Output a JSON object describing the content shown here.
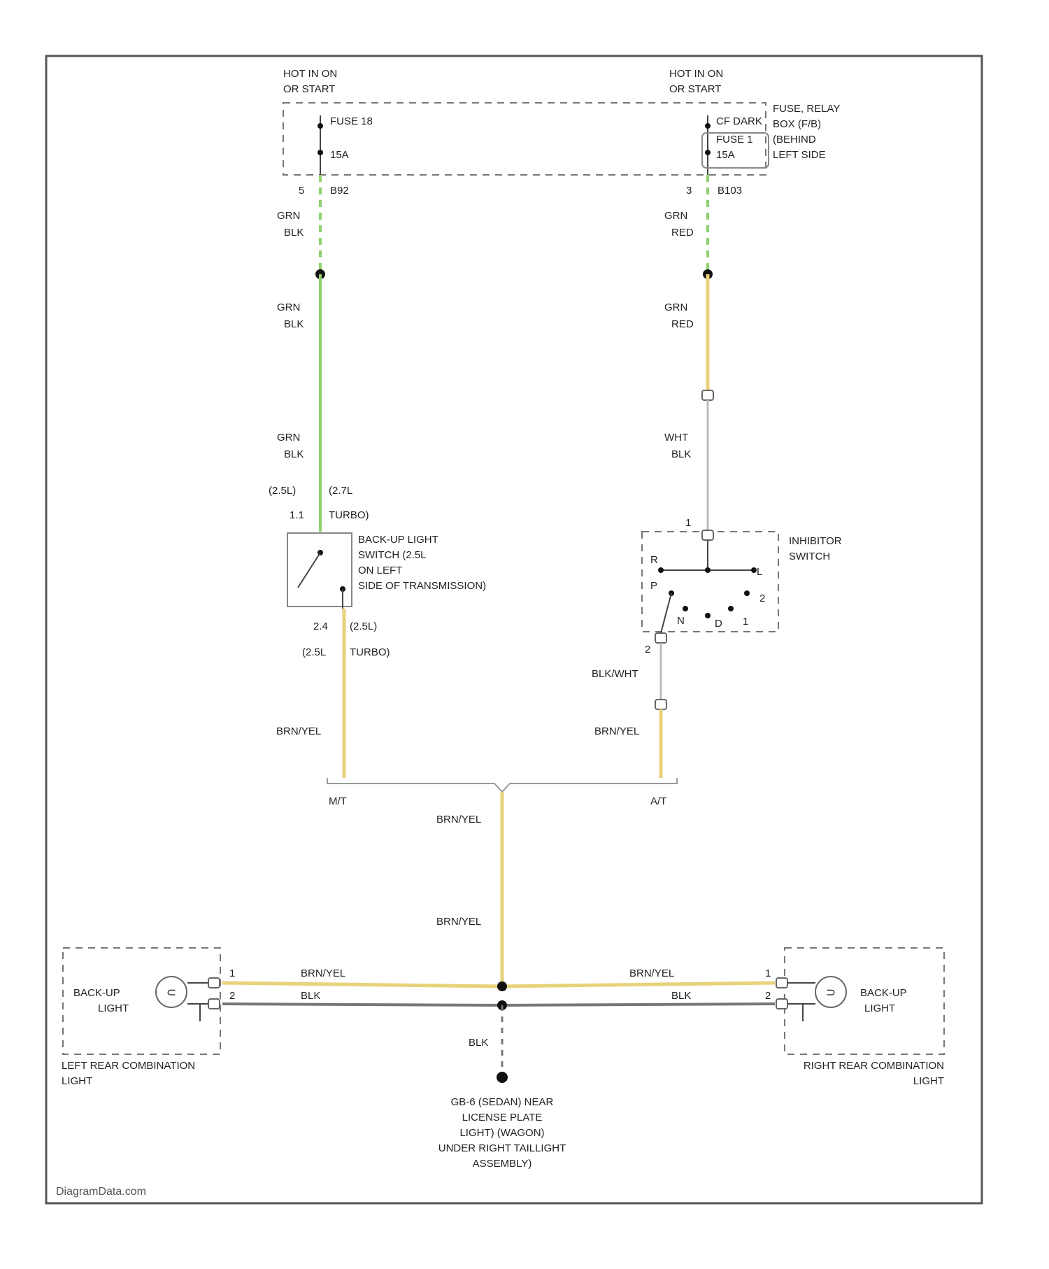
{
  "diagram": {
    "power": {
      "left": {
        "hot_line1": "HOT IN ON",
        "hot_line2": "OR START",
        "fuse_name": "FUSE 18",
        "fuse_amp": "15A",
        "pin": "5",
        "conn": "B92"
      },
      "right": {
        "hot_line1": "HOT IN ON",
        "hot_line2": "OR START",
        "fuse_name1": "CF DARK",
        "fuse_name2": "FUSE 1",
        "fuse_amp": "15A",
        "pin": "3",
        "conn": "B103"
      },
      "box_label": [
        "FUSE, RELAY",
        "BOX (F/B)",
        "(BEHIND",
        "LEFT SIDE"
      ]
    },
    "wires": {
      "left_top": [
        "GRN",
        "BLK"
      ],
      "left_mid": [
        "GRN",
        "BLK"
      ],
      "left_low": [
        "GRN",
        "BLK"
      ],
      "right_top": [
        "GRN",
        "RED"
      ],
      "right_mid": [
        "GRN",
        "RED"
      ],
      "right_low": [
        "WHT",
        "BLK"
      ],
      "right_inh": "BLK/WHT",
      "left_switch_out": "BRN/YEL",
      "right_switch_out": "BRN/YEL",
      "main_upper": "BRN/YEL",
      "main_lower": "BRN/YEL",
      "horiz_left_top": "BRN/YEL",
      "horiz_left_bot": "BLK",
      "horiz_right_top": "BRN/YEL",
      "horiz_right_bot": "BLK",
      "ground_wire": "BLK"
    },
    "backup_switch": {
      "above_row1": [
        "(2.5L)",
        "(2.7L"
      ],
      "above_row2": [
        "1.1",
        "TURBO)"
      ],
      "label": [
        "BACK-UP LIGHT",
        "SWITCH (2.5L",
        "ON LEFT",
        "SIDE OF TRANSMISSION)"
      ],
      "below_row1": [
        "2.4",
        "(2.5L)"
      ],
      "below_row2": [
        "(2.5L",
        "TURBO)"
      ]
    },
    "inhibitor": {
      "label": [
        "INHIBITOR",
        "SWITCH"
      ],
      "pin_top": "1",
      "pin_bottom": "2",
      "contacts": [
        "R",
        "P",
        "N",
        "D",
        "2",
        "1",
        "L"
      ]
    },
    "branch": {
      "mt": "M/T",
      "at": "A/T"
    },
    "left_lamp": {
      "label": [
        "BACK-UP",
        "LIGHT"
      ],
      "component": [
        "LEFT REAR COMBINATION",
        "LIGHT"
      ],
      "pin_top": "1",
      "pin_bot": "2"
    },
    "right_lamp": {
      "label": [
        "BACK-UP",
        "LIGHT"
      ],
      "component": [
        "RIGHT REAR COMBINATION",
        "LIGHT"
      ],
      "pin_top": "1",
      "pin_bot": "2"
    },
    "ground": [
      "GB-6 (SEDAN) NEAR",
      "LICENSE PLATE",
      "LIGHT) (WAGON)",
      "UNDER RIGHT TAILLIGHT",
      "ASSEMBLY)"
    ],
    "footer": "DiagramData.com"
  },
  "colors": {
    "wire_green": "#8ed16f",
    "wire_yellow": "#e8d27a",
    "wire_gray": "#bbbbbb",
    "wire_black": "#777777",
    "frame": "#555555"
  }
}
